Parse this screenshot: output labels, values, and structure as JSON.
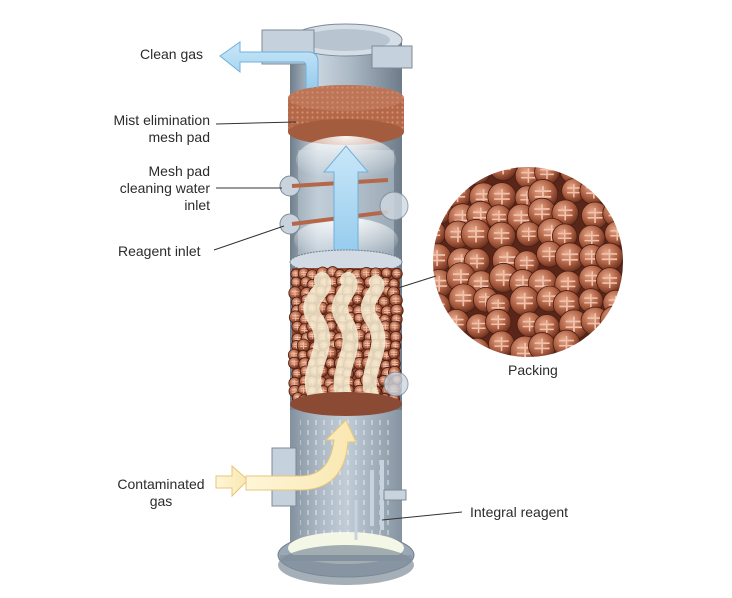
{
  "labels": {
    "clean_gas": "Clean gas",
    "mist_pad_line1": "Mist elimination",
    "mist_pad_line2": "mesh pad",
    "cleaning_line1": "Mesh pad",
    "cleaning_line2": "cleaning water",
    "cleaning_line3": "inlet",
    "reagent_inlet": "Reagent inlet",
    "packing": "Packing",
    "contaminated_line1": "Contaminated",
    "contaminated_line2": "gas",
    "integral_reagent": "Integral reagent"
  },
  "colors": {
    "column_steel": "#a9b7c4",
    "column_shadow": "#7f8e9c",
    "packing_copper": "#b0674a",
    "clean_gas_arrow": "#a9d6f2",
    "contaminated_arrow": "#fff0c4",
    "leader_line": "#333333"
  }
}
